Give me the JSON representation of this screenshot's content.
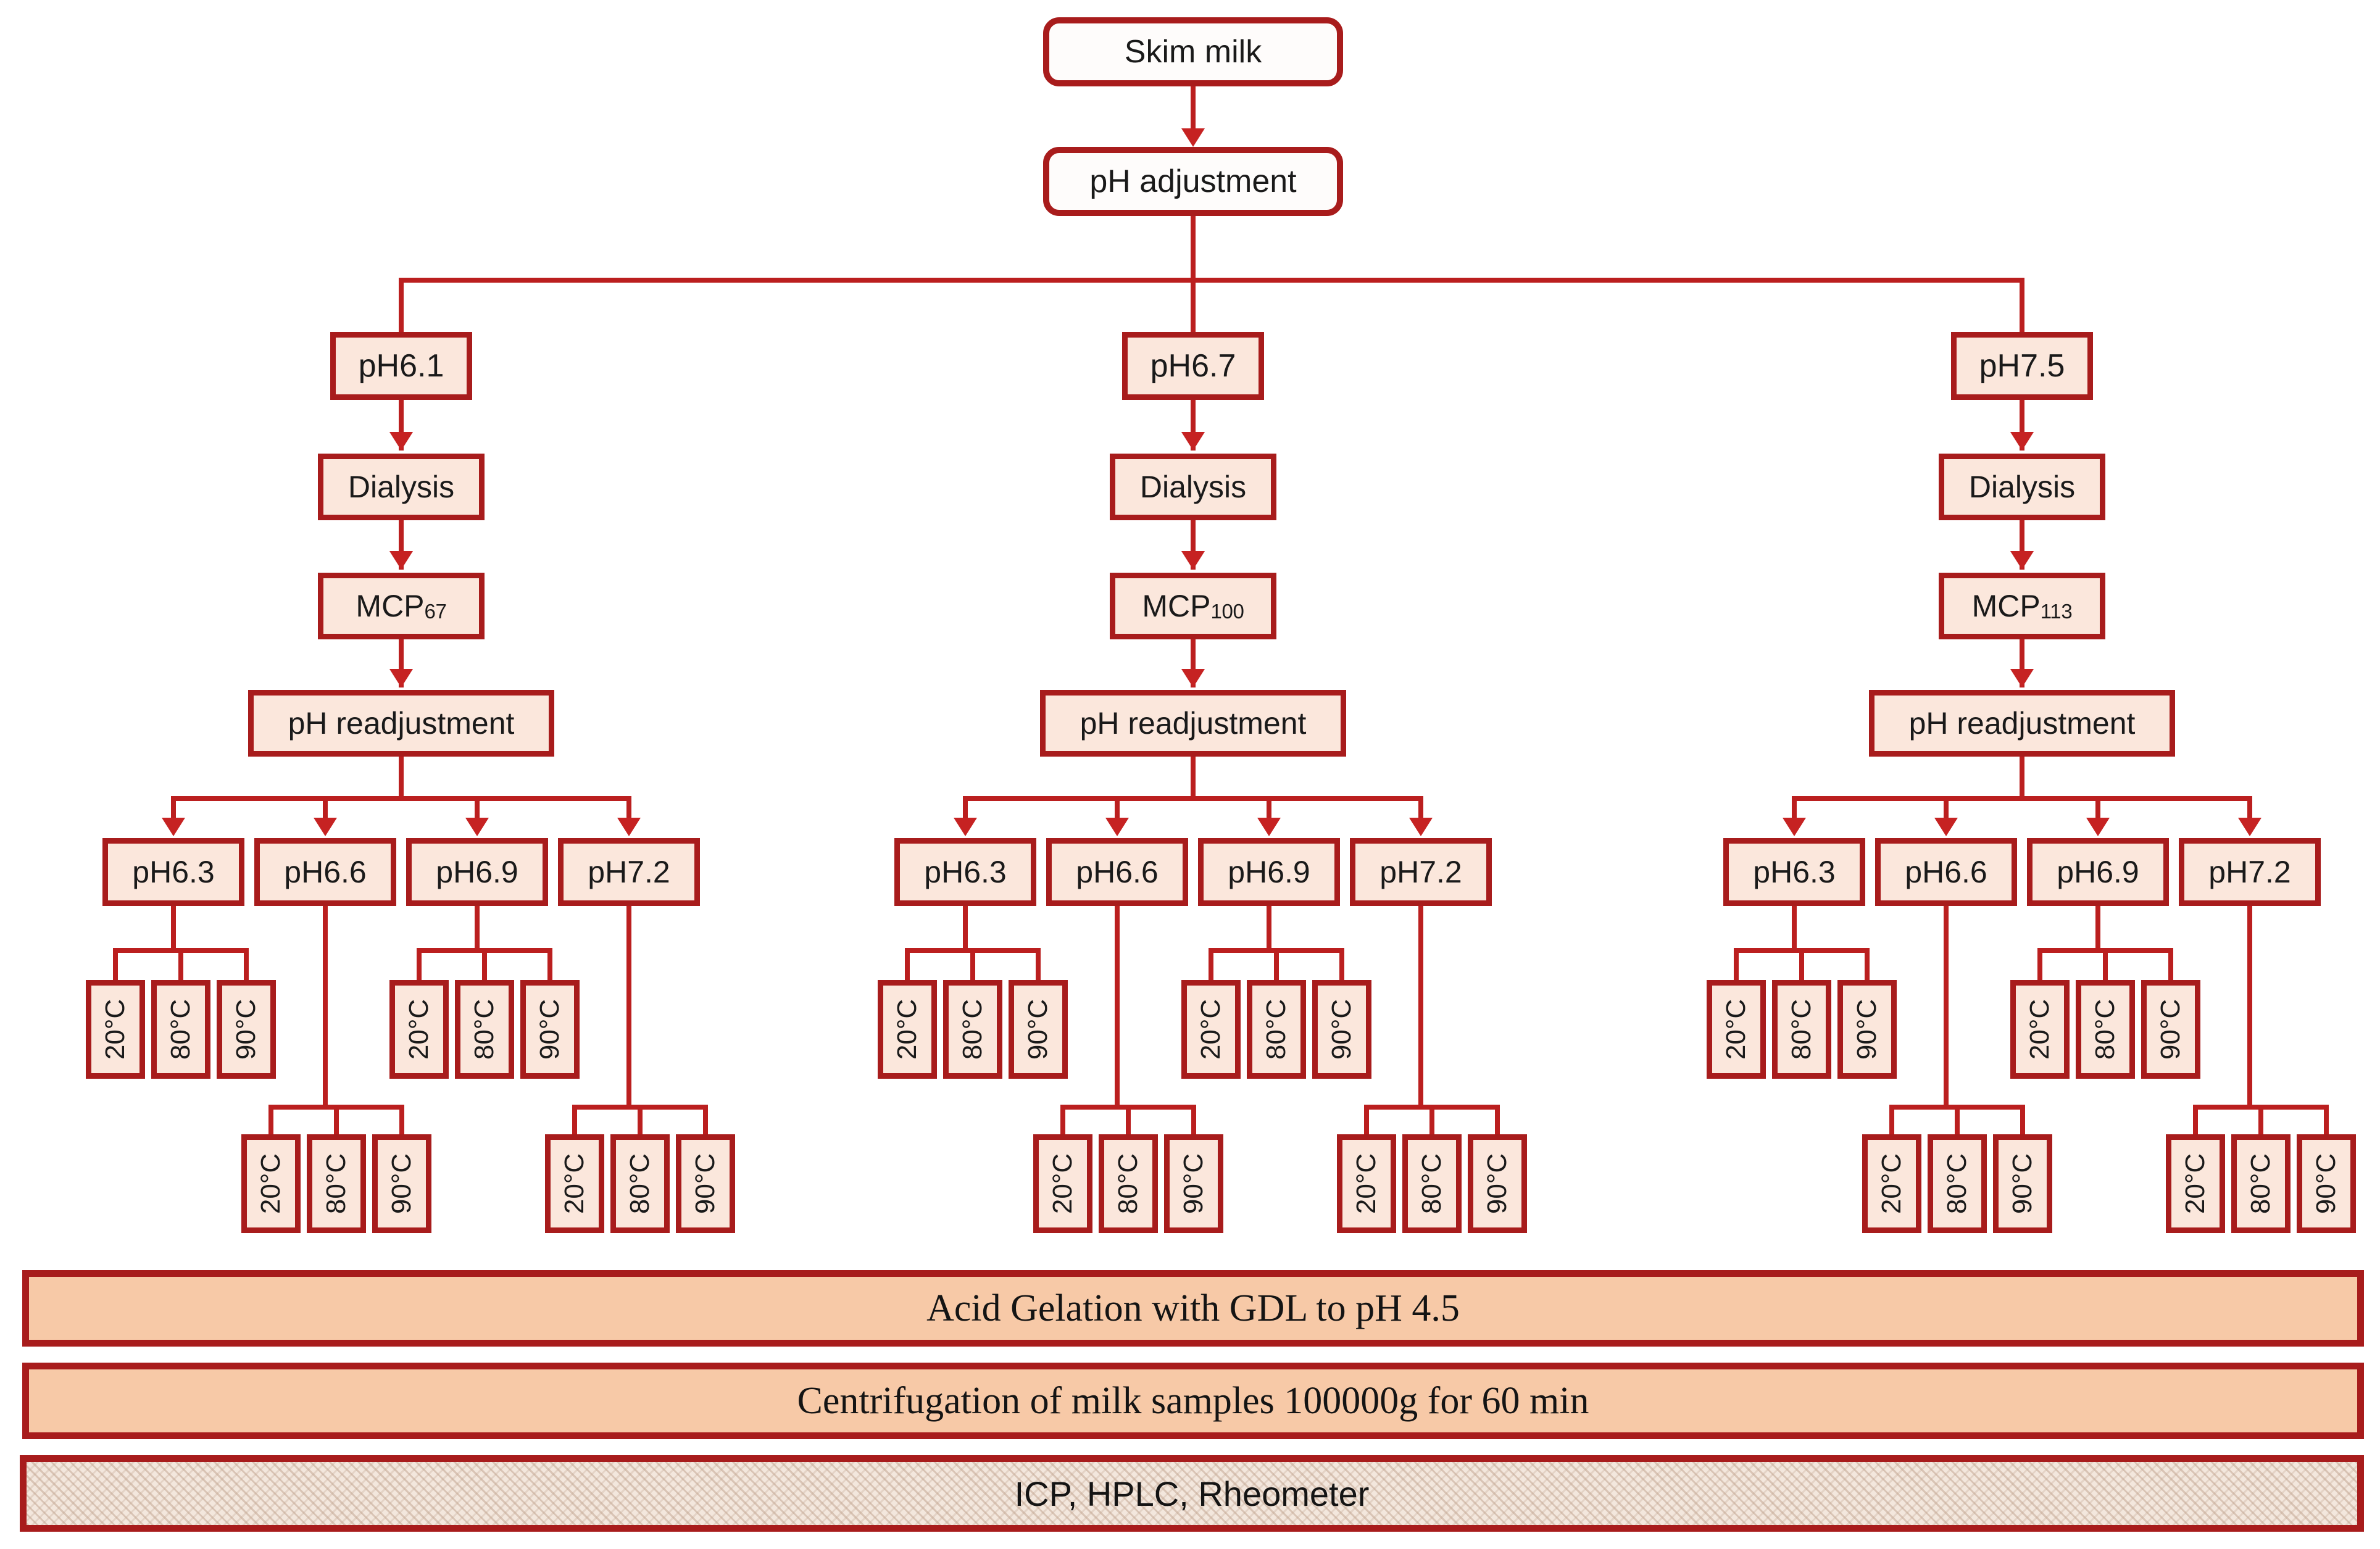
{
  "diagram": {
    "title": "Skim milk processing experimental design flowchart",
    "colors": {
      "border": "#A81C1C",
      "connector": "#BB1F1F",
      "node_fill": "#FBE7DC",
      "root_fill": "#FEFCFB",
      "bar_fill": "#F7C9A7",
      "textured_fill": "#F3E7DD"
    }
  },
  "root": {
    "skim_milk": "Skim milk",
    "ph_adjustment": "pH adjustment"
  },
  "branches": [
    {
      "ph": "pH6.1",
      "dialysis": "Dialysis",
      "mcp_prefix": "MCP",
      "mcp_sub": "67",
      "readjustment": "pH readjustment",
      "sub_ph": [
        "pH6.3",
        "pH6.6",
        "pH6.9",
        "pH7.2"
      ],
      "temps_upper_a": [
        "20°C",
        "80°C",
        "90°C"
      ],
      "temps_upper_b": [
        "20°C",
        "80°C",
        "90°C"
      ],
      "temps_lower_a": [
        "20°C",
        "80°C",
        "90°C"
      ],
      "temps_lower_b": [
        "20°C",
        "80°C",
        "90°C"
      ]
    },
    {
      "ph": "pH6.7",
      "dialysis": "Dialysis",
      "mcp_prefix": "MCP",
      "mcp_sub": "100",
      "readjustment": "pH readjustment",
      "sub_ph": [
        "pH6.3",
        "pH6.6",
        "pH6.9",
        "pH7.2"
      ],
      "temps_upper_a": [
        "20°C",
        "80°C",
        "90°C"
      ],
      "temps_upper_b": [
        "20°C",
        "80°C",
        "90°C"
      ],
      "temps_lower_a": [
        "20°C",
        "80°C",
        "90°C"
      ],
      "temps_lower_b": [
        "20°C",
        "80°C",
        "90°C"
      ]
    },
    {
      "ph": "pH7.5",
      "dialysis": "Dialysis",
      "mcp_prefix": "MCP",
      "mcp_sub": "113",
      "readjustment": "pH readjustment",
      "sub_ph": [
        "pH6.3",
        "pH6.6",
        "pH6.9",
        "pH7.2"
      ],
      "temps_upper_a": [
        "20°C",
        "80°C",
        "90°C"
      ],
      "temps_upper_b": [
        "20°C",
        "80°C",
        "90°C"
      ],
      "temps_lower_a": [
        "20°C",
        "80°C",
        "90°C"
      ],
      "temps_lower_b": [
        "20°C",
        "80°C",
        "90°C"
      ]
    }
  ],
  "footer_bars": [
    {
      "label": "Acid Gelation with GDL to pH 4.5"
    },
    {
      "label": "Centrifugation of milk samples 100000g for 60 min"
    },
    {
      "label": "ICP, HPLC, Rheometer"
    }
  ]
}
